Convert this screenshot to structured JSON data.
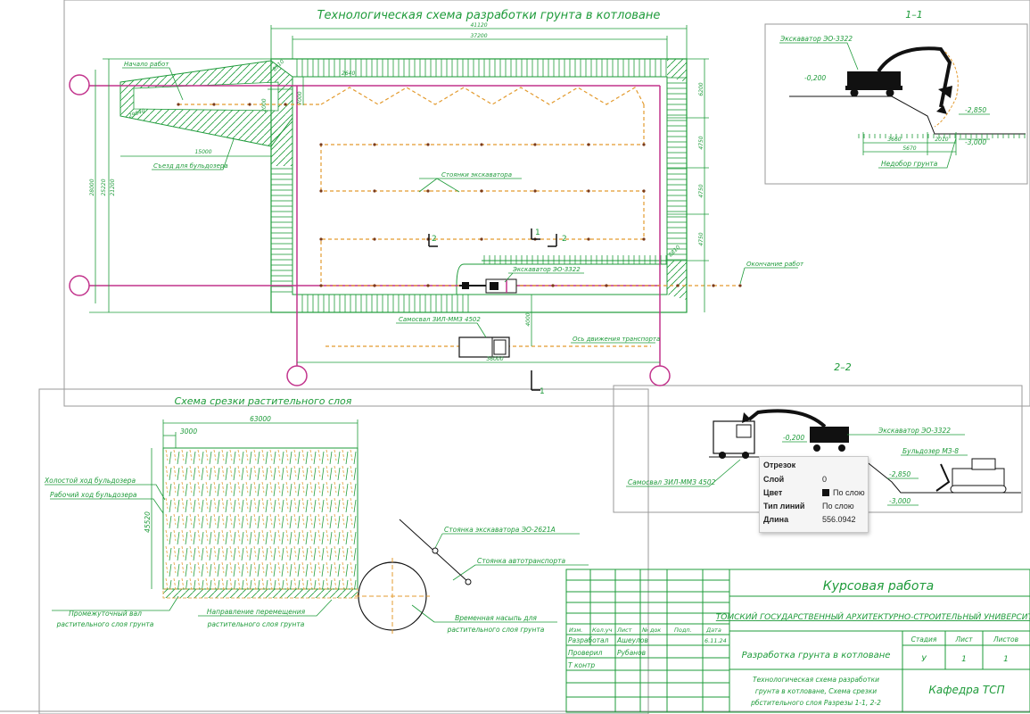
{
  "main_title": "Технологическая схема разработки грунта в котловане",
  "plan": {
    "labels": {
      "start": "Начало работ",
      "ramp": "Съезд для бульдозера",
      "parking": "Стоянки экскаватора",
      "excavator": "Экскаватор ЭО-3322",
      "end": "Окончание работ",
      "truck": "Самосвал ЗИЛ-ММЗ 4502",
      "axis": "Ось движения транспорта"
    },
    "dims": {
      "total_top": "41120",
      "inner_top": "37200",
      "left_total": "28000",
      "left_inner1": "25220",
      "left_inner2": "21200",
      "ramp_len": "15000",
      "slope1": "7000",
      "slope2": "2000",
      "slope3": "2640",
      "right1": "6200",
      "right2": "4750",
      "right3": "4750",
      "right4": "4750",
      "truck_gap": "4000",
      "bottom": "36000",
      "corner1": "8910",
      "corner2": "8810",
      "corner3": "29640"
    },
    "section_marks": {
      "s1": "1",
      "s1b": "1",
      "s2": "2",
      "s2b": "2"
    }
  },
  "section_11": {
    "title": "1–1",
    "excavator": "Экскаватор ЭО-3322",
    "level_top": "-0,200",
    "level_mid": "-2,850",
    "level_bot": "-3,000",
    "dim_a": "3660",
    "dim_b": "2010",
    "dim_c": "5670",
    "undercut": "Недобор грунта"
  },
  "section_22": {
    "title": "2–2",
    "excavator": "Экскаватор ЭО-3322",
    "bulldozer": "Бульдозер МЗ-8",
    "truck": "Самосвал ЗИЛ-ММЗ 4502",
    "level_top": "-0,200",
    "level_mid": "-2,850",
    "level_bot": "-3,000"
  },
  "topsoil": {
    "title": "Схема срезки растительного слоя",
    "width": "63000",
    "strip": "3000",
    "height": "45520",
    "idle": "Холостой ход бульдозера",
    "work": "Рабочий ход бульдозера",
    "park_exc": "Стоянка экскаватора ЭО-2621А",
    "park_truck": "Стоянка автотранспорта",
    "berm_1": "Промежуточный вал",
    "berm_2": "растительного слоя грунта",
    "dir_1": "Направление перемещения",
    "dir_2": "растительного слоя грунта",
    "temp_1": "Временная насыпь для",
    "temp_2": "растительного слоя грунта"
  },
  "properties": {
    "title": "Отрезок",
    "rows": [
      {
        "key": "Слой",
        "value": "0"
      },
      {
        "key": "Цвет",
        "value": "По слою"
      },
      {
        "key": "Тип линий",
        "value": "По слою"
      },
      {
        "key": "Длина",
        "value": "556.0942"
      }
    ]
  },
  "title_block": {
    "course": "Курсовая работа",
    "university": "ТОМСКИЙ ГОСУДАРСТВЕННЫЙ АРХИТЕКТУРНО-СТРОИТЕЛЬНЫЙ УНИВЕРСИТЕТ",
    "headers": {
      "izm": "Изм.",
      "kol": "Кол.уч",
      "list": "Лист",
      "ndok": "№ док",
      "podp": "Подп.",
      "data": "Дата"
    },
    "rows": [
      {
        "role": "Разработал",
        "name": "Ашеулов",
        "date": "6.11.24"
      },
      {
        "role": "Проверил",
        "name": "Рубанов",
        "date": ""
      },
      {
        "role": "Т контр",
        "name": "",
        "date": ""
      }
    ],
    "work_title": "Разработка грунта в котловане",
    "stage_h": "Стадия",
    "sheet_h": "Лист",
    "sheets_h": "Листов",
    "stage": "У",
    "sheet": "1",
    "sheets": "1",
    "desc_1": "Технологическая схема разработки",
    "desc_2": "грунта в котловане, Схема срезки",
    "desc_3": "рбстительного слоя Разрезы 1-1, 2-2",
    "dept": "Кафедра ТСП"
  },
  "colors": {
    "green": "#1e9b3a",
    "magenta": "#c2338c",
    "orange": "#e39b2f",
    "ink": "#111111"
  }
}
